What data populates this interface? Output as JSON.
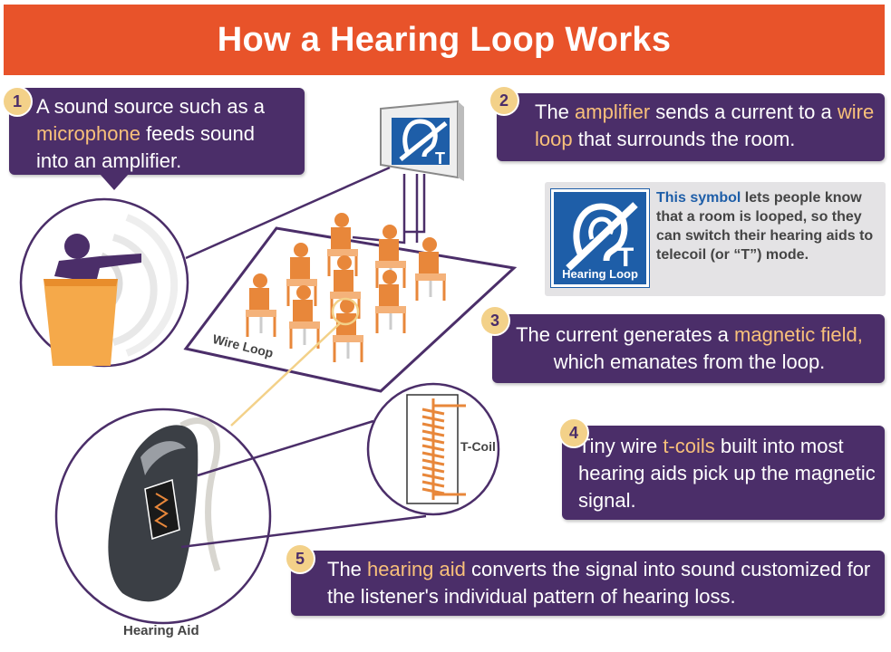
{
  "title": "How a Hearing Loop Works",
  "steps": [
    {
      "number": "1",
      "parts": [
        {
          "text": "A sound source such as a ",
          "hl": false
        },
        {
          "text": "microphone",
          "hl": true
        },
        {
          "text": " feeds sound into an amplifier.",
          "hl": false
        }
      ]
    },
    {
      "number": "2",
      "parts": [
        {
          "text": "The ",
          "hl": false
        },
        {
          "text": "amplifier",
          "hl": true
        },
        {
          "text": " sends a current to a ",
          "hl": false
        },
        {
          "text": "wire loop",
          "hl": true
        },
        {
          "text": " that surrounds the room.",
          "hl": false
        }
      ]
    },
    {
      "number": "3",
      "parts": [
        {
          "text": "The current generates a ",
          "hl": false
        },
        {
          "text": "magnetic field,",
          "hl": true
        },
        {
          "text": " which emanates from the loop.",
          "hl": false
        }
      ]
    },
    {
      "number": "4",
      "parts": [
        {
          "text": "Tiny wire ",
          "hl": false
        },
        {
          "text": "t-coils",
          "hl": true
        },
        {
          "text": " built into most hearing aids pick up the magnetic signal.",
          "hl": false
        }
      ]
    },
    {
      "number": "5",
      "parts": [
        {
          "text": "The ",
          "hl": false
        },
        {
          "text": "hearing aid",
          "hl": true
        },
        {
          "text": " converts the signal into sound customized for the listener's individual pattern of hearing loss.",
          "hl": false
        }
      ]
    }
  ],
  "symbol_panel": {
    "caption": "Hearing Loop",
    "parts": [
      {
        "text": "This symbol",
        "blue": true
      },
      {
        "text": " lets people know that a room is looped, so they can switch their hearing aids to telecoil (or “T”) mode.",
        "blue": false
      }
    ]
  },
  "labels": {
    "wire_loop": "Wire Loop",
    "t_coil": "T-Coil",
    "hearing_aid": "Hearing Aid",
    "t_letter": "T"
  },
  "colors": {
    "title_bar": "#e8532a",
    "callout": "#4b2e69",
    "highlight": "#f8c07a",
    "badge": "#f3d189",
    "symbol_blue": "#1e5ea8",
    "chair": "#e8873a",
    "podium": "#f5a94a"
  }
}
